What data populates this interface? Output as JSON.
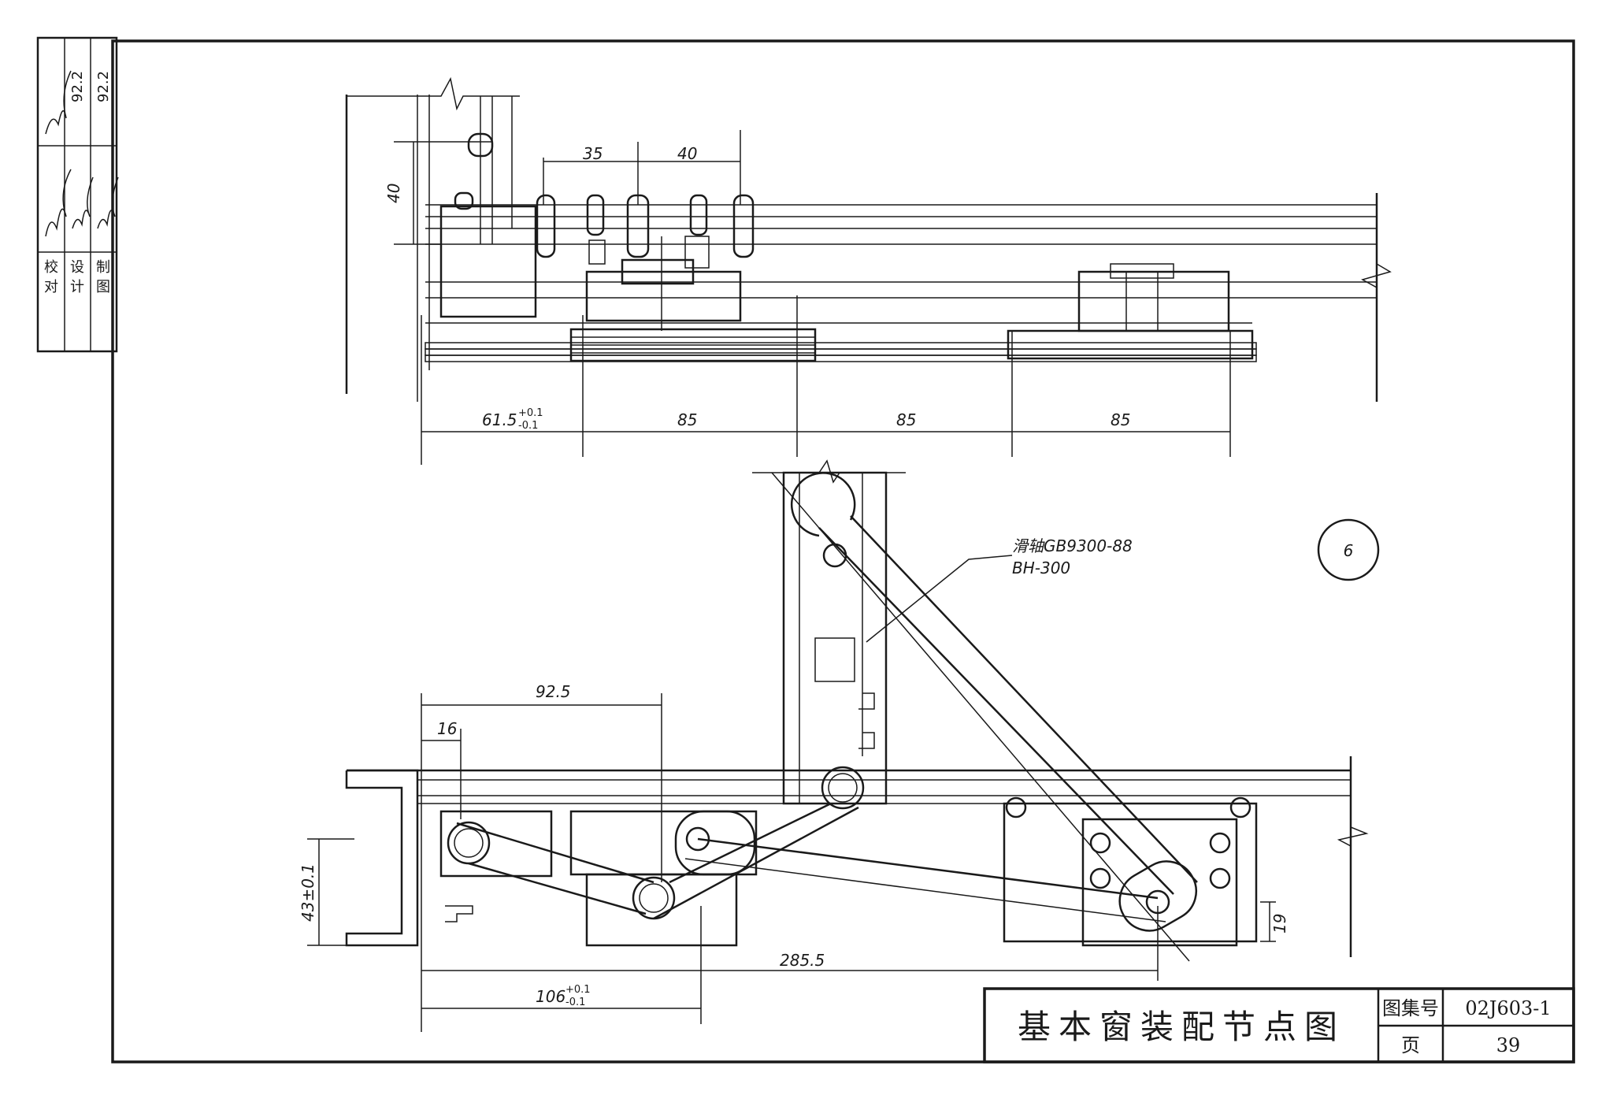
{
  "top_view": {
    "dims": {
      "d35": "35",
      "d40_top": "40",
      "d40_vertical": "40",
      "d61_5": "61.5",
      "d61_5_tol_plus": "+0.1",
      "d61_5_tol_minus": "-0.1",
      "d85_a": "85",
      "d85_b": "85",
      "d85_c": "85"
    }
  },
  "bottom_view": {
    "callout_line1": "滑轴GB9300-88",
    "callout_line2": "BH-300",
    "detail_number": "6",
    "dims": {
      "d92_5": "92.5",
      "d16": "16",
      "d43": "43±0.1",
      "d19": "19",
      "d285_5": "285.5",
      "d106": "106",
      "d106_tol_plus": "+0.1",
      "d106_tol_minus": "-0.1"
    }
  },
  "title_block": {
    "title": "基本窗装配节点图",
    "atlas_label": "图集号",
    "atlas_no": "02J603-1",
    "page_label": "页",
    "page_no": "39"
  },
  "side_strip": {
    "labels": [
      "校",
      "对",
      "设",
      "计",
      "制",
      "图"
    ],
    "dates": [
      "92.2",
      "92.2"
    ]
  }
}
